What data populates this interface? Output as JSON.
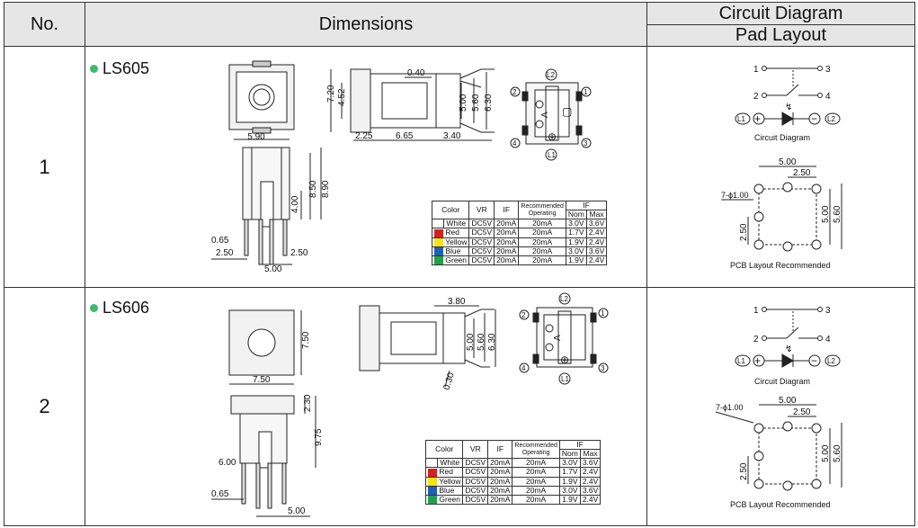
{
  "header": {
    "no": "No.",
    "dimensions": "Dimensions",
    "circuit_diagram": "Circuit Diagram",
    "pad_layout": "Pad Layout"
  },
  "colors": {
    "header_bg": "#e6e6e6",
    "model_dot": "#3cba6e",
    "white": "#ffffff",
    "red": "#d62020",
    "yellow": "#f2e21a",
    "blue": "#1f5fb8",
    "green": "#25a04a"
  },
  "rows": [
    {
      "no": "1",
      "model": "LS605",
      "dims": {
        "d590": "5.90",
        "d720": "7.20",
        "d452": "4.52",
        "d040": "0.40",
        "d500": "5.00",
        "d560": "5.60",
        "d630": "6.30",
        "d225": "2.25",
        "d665": "6.65",
        "d340": "3.40",
        "d400": "4.00",
        "d850": "8.50",
        "d890": "8.90",
        "d065": "0.65",
        "d250a": "2.50",
        "d250b": "2.50",
        "d500b": "5.00"
      },
      "pins": {
        "l2": "L2",
        "l1": "L1",
        "p1": "1",
        "p2": "2",
        "p3": "3",
        "p4": "4",
        "a": "A"
      },
      "table": {
        "h_color": "Color",
        "h_vr": "VR",
        "h_if": "IF",
        "h_rec": "Recommended",
        "h_op": "Operating",
        "h_if2": "IF",
        "h_nom": "Nom",
        "h_max": "Max",
        "rows": [
          {
            "color": "White",
            "vr": "DC5V",
            "if": "20mA",
            "op": "20mA",
            "nom": "3.0V",
            "max": "3.6V"
          },
          {
            "color": "Red",
            "vr": "DC5V",
            "if": "20mA",
            "op": "20mA",
            "nom": "1.7V",
            "max": "2.4V"
          },
          {
            "color": "Yellow",
            "vr": "DC5V",
            "if": "20mA",
            "op": "20mA",
            "nom": "1.9V",
            "max": "2.4V"
          },
          {
            "color": "Blue",
            "vr": "DC5V",
            "if": "20mA",
            "op": "20mA",
            "nom": "3.0V",
            "max": "3.6V"
          },
          {
            "color": "Green",
            "vr": "DC5V",
            "if": "20mA",
            "op": "20mA",
            "nom": "1.9V",
            "max": "2.4V"
          }
        ]
      },
      "circuit": {
        "n1": "1",
        "n2": "2",
        "n3": "3",
        "n4": "4",
        "l1": "L1",
        "l2": "L2",
        "caption": "Circuit Diagram"
      },
      "pcb": {
        "d500": "5.00",
        "d250": "2.50",
        "holes": "7-ϕ1.00",
        "d500v": "5.00",
        "d560": "5.60",
        "d250v": "2.50",
        "caption": "PCB Layout Recommended"
      }
    },
    {
      "no": "2",
      "model": "LS606",
      "dims": {
        "d750h": "7.50",
        "d750v": "7.50",
        "d380": "3.80",
        "d500": "5.00",
        "d560": "5.60",
        "d630": "6.30",
        "d030": "0.30",
        "d230": "2.30",
        "d975": "9.75",
        "d600": "6.00",
        "d065": "0.65",
        "d500b": "5.00"
      },
      "pins": {
        "l2": "L2",
        "l1": "L1",
        "p1": "1",
        "p2": "2",
        "p3": "3",
        "p4": "4",
        "a": "A"
      },
      "table": {
        "h_color": "Color",
        "h_vr": "VR",
        "h_if": "IF",
        "h_rec": "Recommended",
        "h_op": "Operating",
        "h_if2": "IF",
        "h_nom": "Nom",
        "h_max": "Max",
        "rows": [
          {
            "color": "White",
            "vr": "DC5V",
            "if": "20mA",
            "op": "20mA",
            "nom": "3.0V",
            "max": "3.6V"
          },
          {
            "color": "Red",
            "vr": "DC5V",
            "if": "20mA",
            "op": "20mA",
            "nom": "1.7V",
            "max": "2.4V"
          },
          {
            "color": "Yellow",
            "vr": "DC5V",
            "if": "20mA",
            "op": "20mA",
            "nom": "1.9V",
            "max": "2.4V"
          },
          {
            "color": "Blue",
            "vr": "DC5V",
            "if": "20mA",
            "op": "20mA",
            "nom": "3.0V",
            "max": "3.6V"
          },
          {
            "color": "Green",
            "vr": "DC5V",
            "if": "20mA",
            "op": "20mA",
            "nom": "1.9V",
            "max": "2.4V"
          }
        ]
      },
      "circuit": {
        "n1": "1",
        "n2": "2",
        "n3": "3",
        "n4": "4",
        "l1": "L1",
        "l2": "L2",
        "caption": "Circuit Diagram"
      },
      "pcb": {
        "d500": "5.00",
        "d250": "2.50",
        "holes": "7-ϕ1.00",
        "d500v": "5.00",
        "d560": "5.60",
        "d250v": "2.50",
        "caption": "PCB Layout Recommended"
      }
    }
  ]
}
